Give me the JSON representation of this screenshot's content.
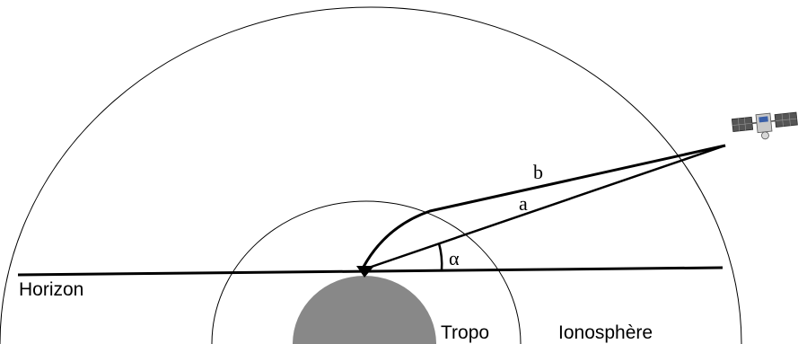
{
  "labels": {
    "horizon": "Horizon",
    "troposphere": "Tropo",
    "ionosphere": "Ionosphère",
    "path_direct": "a",
    "path_bent": "b",
    "elevation_angle": "α"
  },
  "icons": {
    "satellite": "satellite-icon",
    "receiver": "receiver-arrow-icon"
  },
  "colors": {
    "earth": "#888888",
    "lines": "#000000",
    "background": "#ffffff",
    "satellite_panel": "#555555",
    "satellite_body": "#c8c8c8",
    "satellite_accent": "#3a5fa8"
  }
}
